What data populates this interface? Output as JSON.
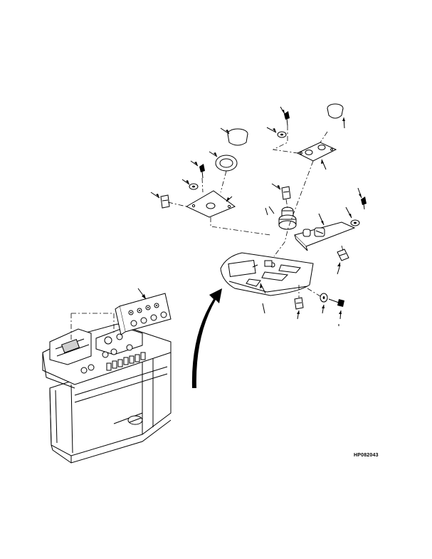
{
  "figure": {
    "code": "HP082043",
    "icons": [
      "console-assembly",
      "instrument-cluster",
      "switch-panel",
      "screw",
      "washer",
      "nut-clip",
      "knob",
      "grommet",
      "mounting-plate",
      "rotary-switch",
      "callout-arrow",
      "explode-arrow"
    ]
  }
}
